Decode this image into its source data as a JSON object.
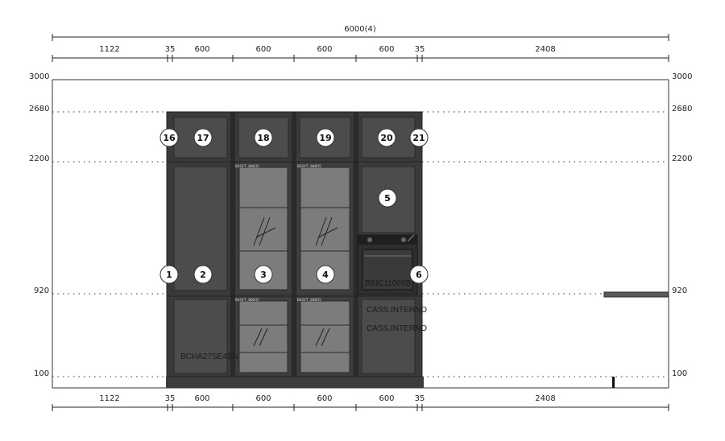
{
  "drawing": {
    "overall_dimension": "6000(4)",
    "top_segments": [
      "1122",
      "35",
      "600",
      "600",
      "600",
      "600",
      "35",
      "2408"
    ],
    "bottom_segments": [
      "1122",
      "35",
      "600",
      "600",
      "600",
      "600",
      "35",
      "2408"
    ],
    "levels_left": [
      "3000",
      "2680",
      "2200",
      "920",
      "100"
    ],
    "levels_right": [
      "3000",
      "2680",
      "2200",
      "920",
      "100"
    ],
    "markers": [
      "16",
      "17",
      "18",
      "19",
      "20",
      "21",
      "5",
      "1",
      "2",
      "3",
      "4",
      "6"
    ],
    "labels": {
      "top_glass_1": "BGSVT.00035",
      "top_glass_2": "BGSVT.00035",
      "low_glass_1": "BGSVT.00035",
      "low_glass_2": "BGSVT.00035",
      "left_base_code": "BCHA27SE4SN",
      "oven_code": "BBIC11006B",
      "drawer_1": "CASS.INTERNO",
      "drawer_2": "CASS.INTERNO"
    },
    "colors": {
      "line": "#222222",
      "cabinet_frame": "#3a3a3a",
      "cabinet_panel": "#4b4b4b",
      "glass": "#7c7c7c",
      "oven": "#2e2e2e"
    }
  }
}
